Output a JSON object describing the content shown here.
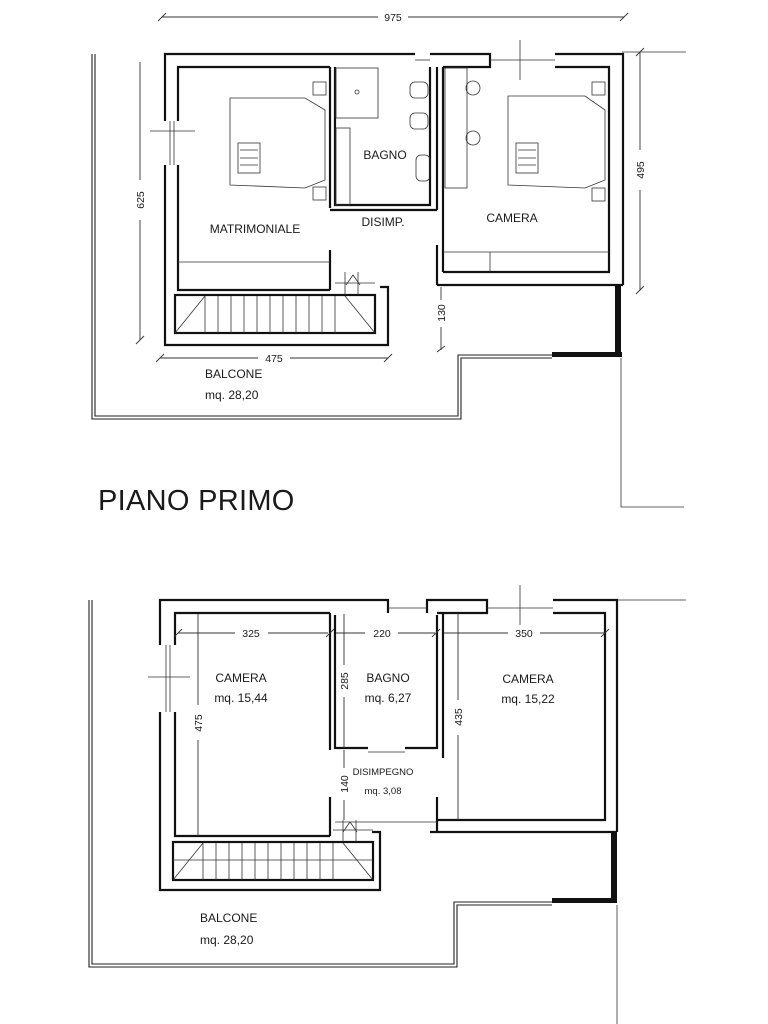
{
  "title": "PIANO PRIMO",
  "upper_plan": {
    "dimensions": {
      "total_width": "975",
      "left_height": "625",
      "right_height": "495",
      "stair_width": "475",
      "balcony_step": "130"
    },
    "rooms": {
      "matrimoniale": "MATRIMONIALE",
      "bagno": "BAGNO",
      "disimp": "DISIMP.",
      "camera": "CAMERA",
      "balcone": "BALCONE",
      "balcone_area": "mq. 28,20"
    }
  },
  "lower_plan": {
    "dimensions": {
      "camera1_width": "325",
      "bagno_width": "220",
      "camera2_width": "350",
      "camera1_height": "475",
      "bagno_height": "285",
      "camera2_height": "435",
      "disimpegno_height": "140"
    },
    "rooms": {
      "camera1": "CAMERA",
      "camera1_area": "mq. 15,44",
      "bagno": "BAGNO",
      "bagno_area": "mq. 6,27",
      "disimpegno": "DISIMPEGNO",
      "disimpegno_area": "mq. 3,08",
      "camera2": "CAMERA",
      "camera2_area": "mq. 15,22",
      "balcone": "BALCONE",
      "balcone_area": "mq. 28,20"
    }
  }
}
